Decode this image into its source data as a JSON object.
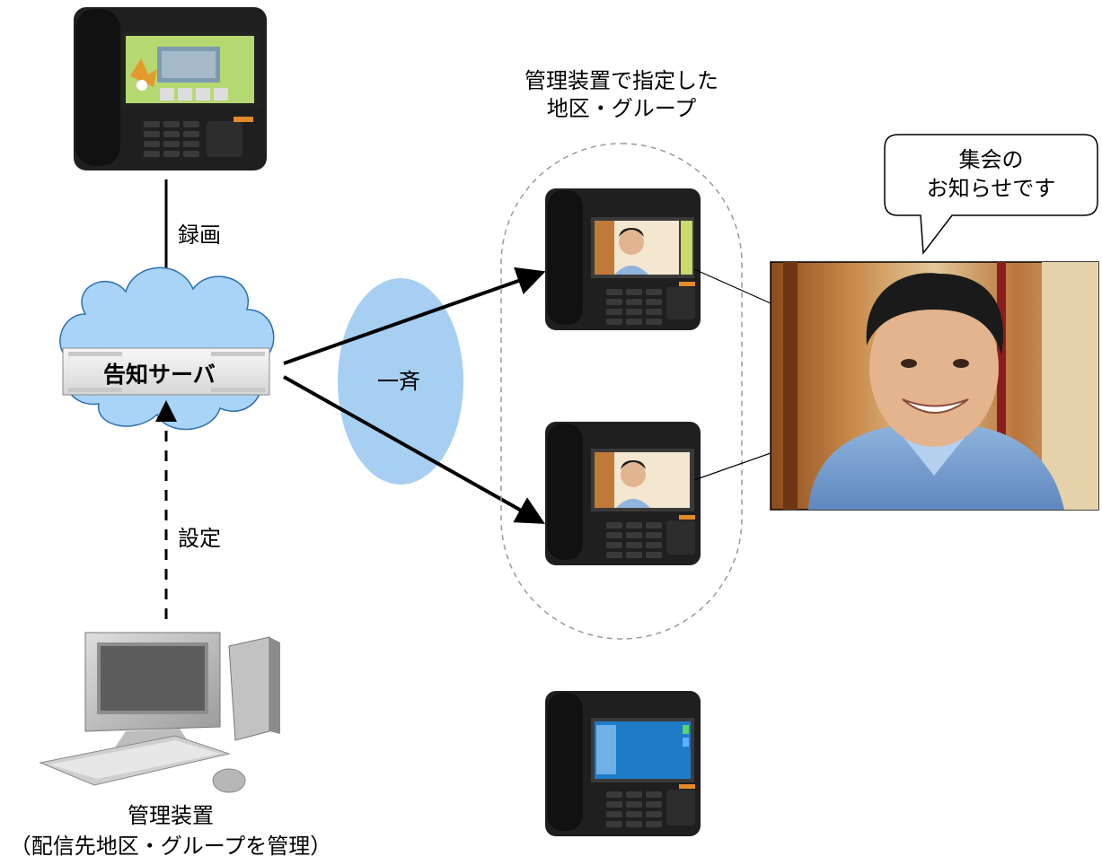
{
  "labels": {
    "record": "録画",
    "settings": "設定",
    "broadcast": "一斉",
    "server": "告知サーバ",
    "group_line1": "管理装置で指定した",
    "group_line2": "地区・グループ",
    "bubble_line1": "集会の",
    "bubble_line2": "お知らせです",
    "admin_line1": "管理装置",
    "admin_line2": "（配信先地区・グループを管理）"
  },
  "colors": {
    "cloud_fill": "#a9d4f7",
    "cloud_stroke": "#2d6fb3",
    "ellipse_fill": "#a6cff2",
    "phone_body": "#1f1f1f",
    "screen_green": "#b6d870",
    "screen_blue": "#1e7bc8",
    "group_border": "#9a9a9a"
  }
}
